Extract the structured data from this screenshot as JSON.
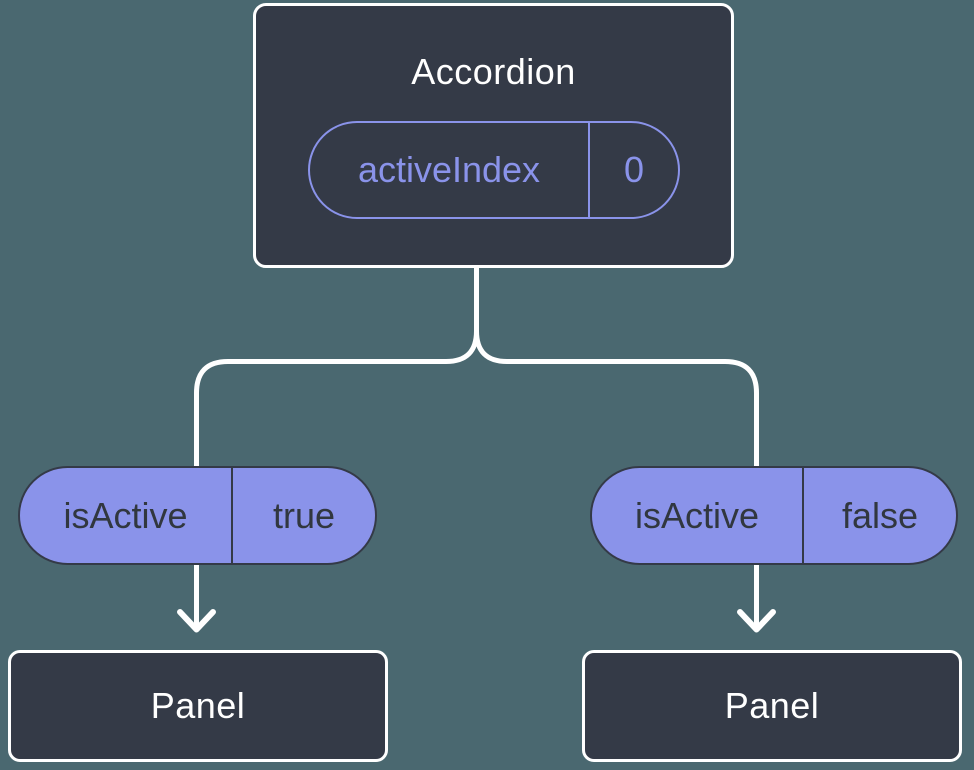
{
  "colors": {
    "background": "#4A6870",
    "node_fill": "#343A47",
    "node_border": "#FFFFFF",
    "accent": "#8A93EA",
    "pill_fill": "#8A93EA",
    "pill_text": "#31373F",
    "connector": "#FFFFFF"
  },
  "root": {
    "title": "Accordion",
    "pill": {
      "label": "activeIndex",
      "value": "0"
    }
  },
  "branches": {
    "left": {
      "pill": {
        "label": "isActive",
        "value": "true"
      },
      "node_title": "Panel"
    },
    "right": {
      "pill": {
        "label": "isActive",
        "value": "false"
      },
      "node_title": "Panel"
    }
  }
}
